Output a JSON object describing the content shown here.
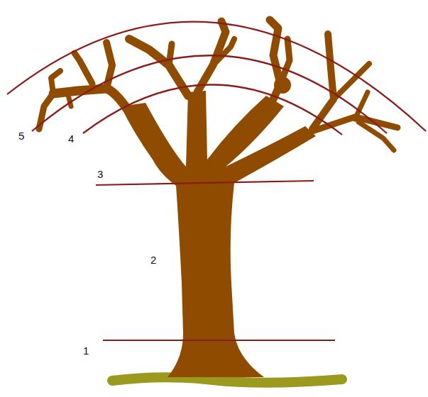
{
  "diagram": {
    "labels": [
      "5",
      "4",
      "3",
      "2",
      "1"
    ]
  }
}
